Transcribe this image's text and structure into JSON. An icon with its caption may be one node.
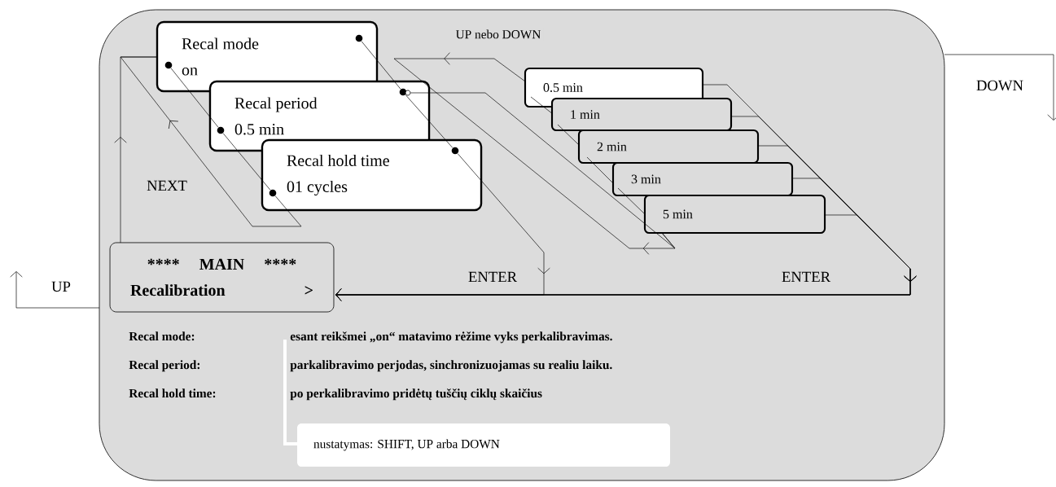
{
  "diagram": {
    "nodes": [
      {
        "text": [],
        "shape": "box"
      },
      {
        "text": [
          "Recal mode",
          "on"
        ],
        "in": 0
      },
      {
        "text": [
          "Recal period",
          "0.5 min"
        ],
        "in": 0
      },
      {
        "text": [
          "Recal hold time",
          "01 cycles"
        ],
        "in": 0
      },
      {
        "text": [
          "0.5 min"
        ],
        "in": 0
      },
      {
        "text": [
          "1 min"
        ],
        "in": 0
      },
      {
        "text": [
          "2 min"
        ],
        "in": 0
      },
      {
        "text": [
          "3 min"
        ],
        "in": 0
      },
      {
        "text": [
          "5 min"
        ],
        "in": 0
      },
      {
        "text": [
          "****",
          "MAIN",
          "****",
          "Recalibration",
          ">"
        ],
        "in": 0
      },
      {
        "text": [
          "nustatymas: SHIFT, UP arba DOWN"
        ],
        "in": 0
      },
      {
        "text": [],
        "shape": "circle",
        "in": 1
      },
      {
        "text": [],
        "shape": "circle",
        "in": 2
      },
      {
        "text": [],
        "shape": "circle",
        "in": 3
      },
      {
        "text": [],
        "shape": "circle",
        "in": 1
      },
      {
        "text": [],
        "shape": "circle",
        "in": 2
      },
      {
        "text": [],
        "shape": "circle",
        "in": 3
      },
      {
        "text": [],
        "shape": "circle",
        "in": 2
      }
    ],
    "edges": [
      {
        "from": 9,
        "to": 1,
        "arrow": "to"
      },
      {
        "from": 11,
        "to": 12,
        "arrow": "none"
      },
      {
        "from": 12,
        "to": 13,
        "arrow": "none"
      },
      {
        "from": 13,
        "to": 1,
        "arrow": "to",
        "label": "NEXT"
      },
      {
        "from": 14,
        "to": 15,
        "arrow": "none"
      },
      {
        "from": 15,
        "to": 16,
        "arrow": "none"
      },
      {
        "from": 16,
        "to": 9,
        "arrow": "to",
        "label": "ENTER"
      },
      {
        "from": 17,
        "to": 8,
        "arrow": "none"
      },
      {
        "from": 4,
        "to": 8,
        "arrow": "to",
        "label": "UP nebo DOWN"
      },
      {
        "from": 4,
        "to": 5,
        "arrow": "none"
      },
      {
        "from": 5,
        "to": 6,
        "arrow": "none"
      },
      {
        "from": 6,
        "to": 7,
        "arrow": "none"
      },
      {
        "from": 7,
        "to": 8,
        "arrow": "none"
      },
      {
        "from": 4,
        "to": 9,
        "arrow": "to",
        "label": "ENTER"
      },
      {
        "from": 5,
        "to": 9,
        "arrow": "to"
      },
      {
        "from": 6,
        "to": 9,
        "arrow": "to"
      },
      {
        "from": 7,
        "to": 9,
        "arrow": "to"
      },
      {
        "from": 8,
        "to": 9,
        "arrow": "to"
      },
      {
        "from": 0,
        "to": null,
        "arrow": "to",
        "label": "DOWN"
      },
      {
        "from": 0,
        "to": null,
        "arrow": "to",
        "label": "UP"
      }
    ],
    "labels": [
      "Recal mode:",
      "esant reikšmei „on“ matavimo rėžime vyks perkalibravimas.",
      "Recal period:",
      "parkalibravimo perjodas, sinchronizuojamas su realiu laiku.",
      "Recal hold time:",
      "po perkalibravimo pridėtų tuščių ciklų skaičius"
    ]
  }
}
